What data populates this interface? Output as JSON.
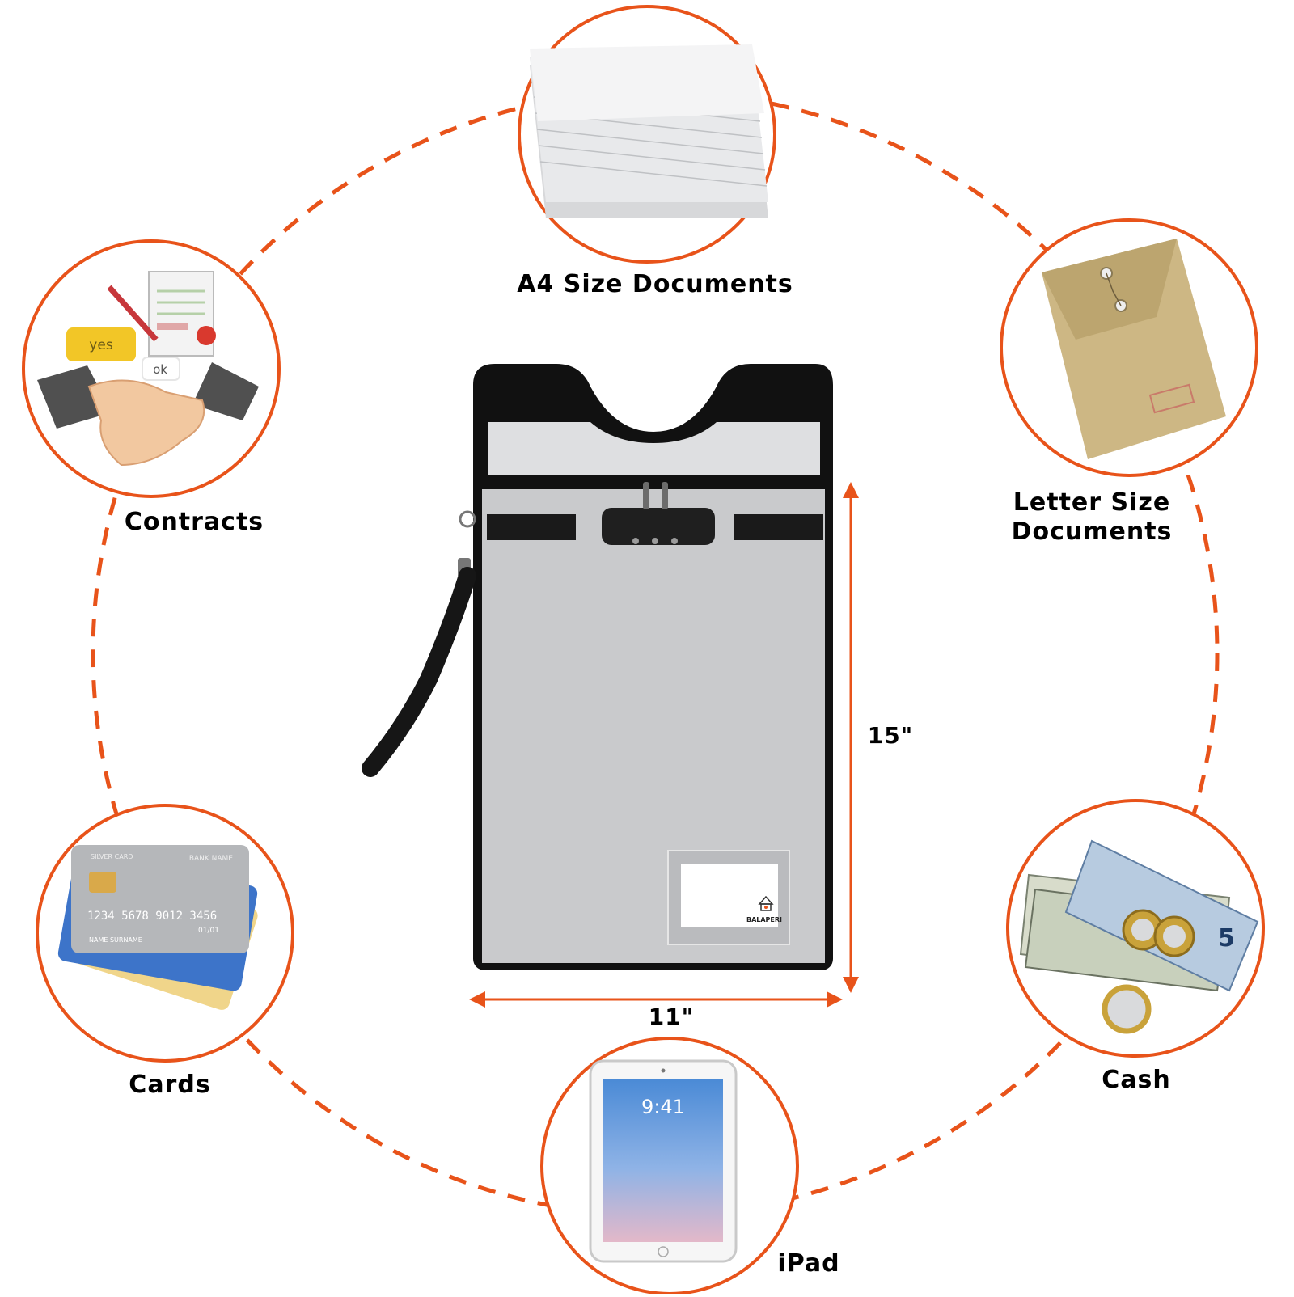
{
  "colors": {
    "accent": "#e8531a",
    "pouch_fabric": "#c9cacc",
    "pouch_trim": "#111111",
    "background": "#ffffff"
  },
  "categories": [
    {
      "id": "a4",
      "label": "A4 Size Documents",
      "icon": "paper-stack-icon"
    },
    {
      "id": "letter",
      "label": "Letter Size Documents",
      "icon": "envelope-icon"
    },
    {
      "id": "cash",
      "label": "Cash",
      "icon": "cash-icon"
    },
    {
      "id": "ipad",
      "label": "iPad",
      "icon": "tablet-icon"
    },
    {
      "id": "cards",
      "label": "Cards",
      "icon": "credit-card-icon"
    },
    {
      "id": "contracts",
      "label": "Contracts",
      "icon": "handshake-icon"
    }
  ],
  "product": {
    "brand": "BALAPERI",
    "width_label": "11\"",
    "height_label": "15\""
  },
  "illustrations": {
    "contracts_bubble_yes": "yes",
    "contracts_bubble_ok": "ok",
    "card_type": "SILVER CARD",
    "card_bank": "BANK NAME",
    "card_number": "1234 5678 9012 3456",
    "card_expiry": "01/01",
    "card_holder": "NAME SURNAME",
    "ipad_time": "9:41",
    "cash_note_value": "5"
  }
}
